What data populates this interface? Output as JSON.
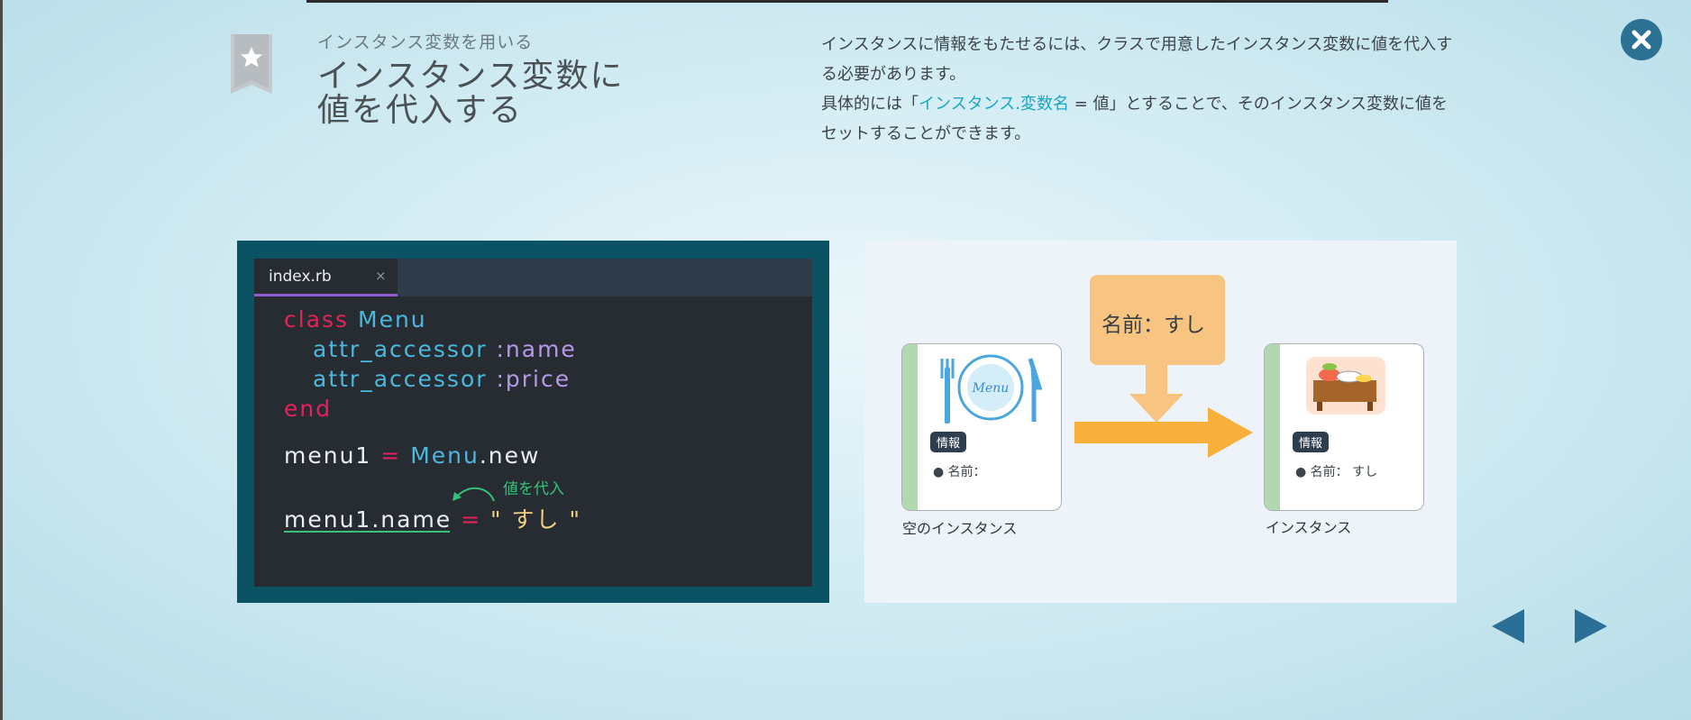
{
  "lesson": {
    "subtitle": "インスタンス変数を用いる",
    "title": "インスタンス変数に\n値を代入する"
  },
  "description": {
    "p1": "インスタンスに情報をもたせるには、クラスで用意したインスタンス変数に値を代入する必要があります。",
    "p2_before": "具体的には「",
    "p2_highlight": "インスタンス.変数名",
    "p2_after": " = 値」とすることで、そのインスタンス変数に値をセットすることができます。"
  },
  "editor": {
    "tab_label": "index.rb",
    "tab_close": "×",
    "line1_kw": "class",
    "line1_name": "Menu",
    "line2_method": "attr_accessor",
    "line2_symbol": ":name",
    "line3_method": "attr_accessor",
    "line3_symbol": ":price",
    "line4_kw": "end",
    "line5_var": "menu1",
    "line5_eq": "=",
    "line5_class": "Menu",
    "line5_method": ".new",
    "line6_target": "menu1.name",
    "line6_eq": "=",
    "line6_value": "\" すし \"",
    "assign_note": "値を代入"
  },
  "diagram": {
    "bubble_text": "名前：すし",
    "empty_card": {
      "plate_text": "Menu",
      "badge": "情報",
      "name_label": "名前：",
      "caption": "空のインスタンス"
    },
    "filled_card": {
      "badge": "情報",
      "name_label": "名前：",
      "name_value": "すし",
      "caption": "インスタンス"
    }
  },
  "colors": {
    "accent": "#1aa6c6",
    "arrow": "#f7b03b",
    "keyword": "#e3225c",
    "class_name": "#4cb7dd",
    "symbol": "#b598e8",
    "string": "#f1d283",
    "note_green": "#35c27a"
  },
  "icons": {
    "bookmark": "bookmark-star-icon",
    "close": "close-icon",
    "prev": "triangle-left-icon",
    "next": "triangle-right-icon"
  }
}
